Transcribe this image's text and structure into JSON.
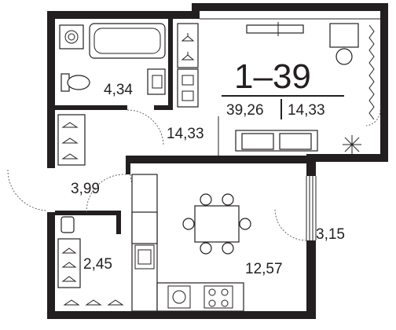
{
  "apartment": {
    "number": "1–39",
    "total_area": "39,26",
    "living_area": "14,33"
  },
  "rooms": {
    "bathroom": "4,34",
    "living_room": "14,33",
    "hallway": "3,99",
    "storage": "2,45",
    "kitchen": "12,57",
    "balcony": "3,15"
  }
}
